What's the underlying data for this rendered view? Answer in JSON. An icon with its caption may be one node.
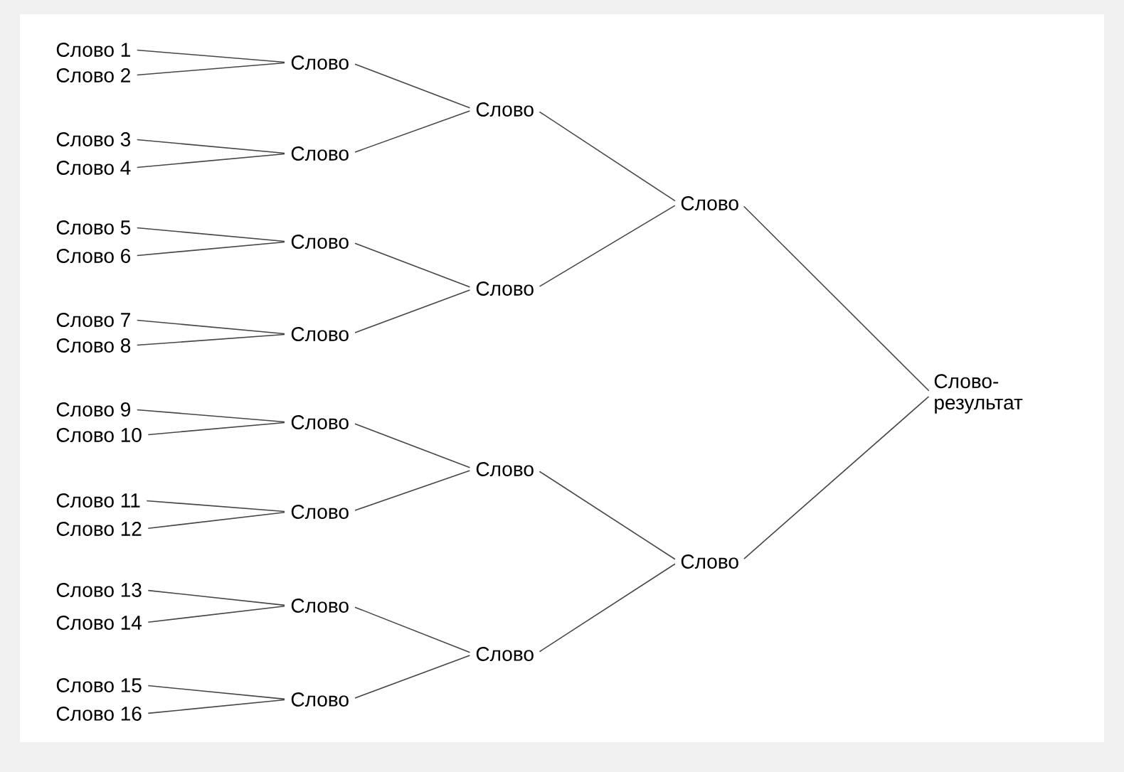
{
  "diagram": {
    "nodes": [
      {
        "text": [
          "Слово 1"
        ]
      },
      {
        "text": [
          "Слово 2"
        ]
      },
      {
        "text": [
          "Слово 3"
        ]
      },
      {
        "text": [
          "Слово 4"
        ]
      },
      {
        "text": [
          "Слово 5"
        ]
      },
      {
        "text": [
          "Слово 6"
        ]
      },
      {
        "text": [
          "Слово 7"
        ]
      },
      {
        "text": [
          "Слово 8"
        ]
      },
      {
        "text": [
          "Слово 9"
        ]
      },
      {
        "text": [
          "Слово 10"
        ]
      },
      {
        "text": [
          "Слово 11"
        ]
      },
      {
        "text": [
          "Слово 12"
        ]
      },
      {
        "text": [
          "Слово 13"
        ]
      },
      {
        "text": [
          "Слово 14"
        ]
      },
      {
        "text": [
          "Слово 15"
        ]
      },
      {
        "text": [
          "Слово 16"
        ]
      },
      {
        "text": [
          "Слово"
        ]
      },
      {
        "text": [
          "Слово"
        ]
      },
      {
        "text": [
          "Слово"
        ]
      },
      {
        "text": [
          "Слово"
        ]
      },
      {
        "text": [
          "Слово"
        ]
      },
      {
        "text": [
          "Слово"
        ]
      },
      {
        "text": [
          "Слово"
        ]
      },
      {
        "text": [
          "Слово"
        ]
      },
      {
        "text": [
          "Слово"
        ]
      },
      {
        "text": [
          "Слово"
        ]
      },
      {
        "text": [
          "Слово"
        ]
      },
      {
        "text": [
          "Слово"
        ]
      },
      {
        "text": [
          "Слово"
        ]
      },
      {
        "text": [
          "Слово"
        ]
      },
      {
        "text": [
          "Слово-результат"
        ]
      }
    ],
    "edges": [
      {
        "from": 0,
        "to": 16,
        "arrow": "none"
      },
      {
        "from": 1,
        "to": 16,
        "arrow": "none"
      },
      {
        "from": 2,
        "to": 17,
        "arrow": "none"
      },
      {
        "from": 3,
        "to": 17,
        "arrow": "none"
      },
      {
        "from": 4,
        "to": 18,
        "arrow": "none"
      },
      {
        "from": 5,
        "to": 18,
        "arrow": "none"
      },
      {
        "from": 6,
        "to": 19,
        "arrow": "none"
      },
      {
        "from": 7,
        "to": 19,
        "arrow": "none"
      },
      {
        "from": 8,
        "to": 20,
        "arrow": "none"
      },
      {
        "from": 9,
        "to": 20,
        "arrow": "none"
      },
      {
        "from": 10,
        "to": 21,
        "arrow": "none"
      },
      {
        "from": 11,
        "to": 21,
        "arrow": "none"
      },
      {
        "from": 12,
        "to": 22,
        "arrow": "none"
      },
      {
        "from": 13,
        "to": 22,
        "arrow": "none"
      },
      {
        "from": 14,
        "to": 23,
        "arrow": "none"
      },
      {
        "from": 15,
        "to": 23,
        "arrow": "none"
      },
      {
        "from": 16,
        "to": 24,
        "arrow": "none"
      },
      {
        "from": 17,
        "to": 24,
        "arrow": "none"
      },
      {
        "from": 18,
        "to": 25,
        "arrow": "none"
      },
      {
        "from": 19,
        "to": 25,
        "arrow": "none"
      },
      {
        "from": 20,
        "to": 26,
        "arrow": "none"
      },
      {
        "from": 21,
        "to": 26,
        "arrow": "none"
      },
      {
        "from": 22,
        "to": 27,
        "arrow": "none"
      },
      {
        "from": 23,
        "to": 27,
        "arrow": "none"
      },
      {
        "from": 24,
        "to": 28,
        "arrow": "none"
      },
      {
        "from": 25,
        "to": 28,
        "arrow": "none"
      },
      {
        "from": 26,
        "to": 29,
        "arrow": "none"
      },
      {
        "from": 27,
        "to": 29,
        "arrow": "none"
      },
      {
        "from": 28,
        "to": 30,
        "arrow": "none"
      },
      {
        "from": 29,
        "to": 30,
        "arrow": "none"
      }
    ]
  }
}
